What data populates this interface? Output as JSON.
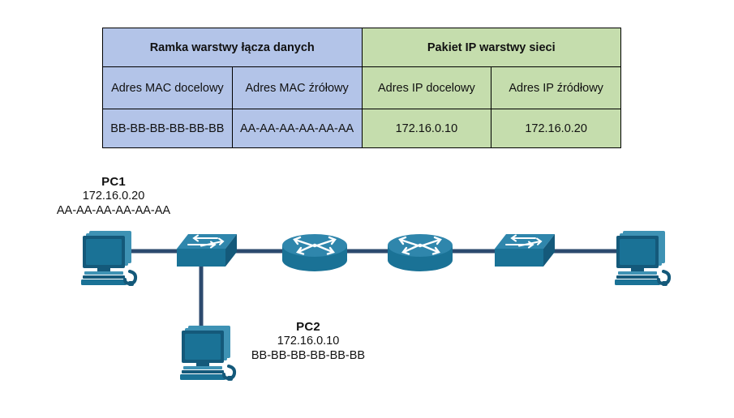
{
  "table": {
    "groups": [
      {
        "label": "Ramka warstwy łącza danych",
        "span": 2,
        "color": "#b3c4e8"
      },
      {
        "label": "Pakiet IP warstwy sieci",
        "span": 2,
        "color": "#c5ddad"
      }
    ],
    "columns": [
      {
        "label": "Adres MAC docelowy",
        "color": "#b3c4e8"
      },
      {
        "label": "Adres MAC źrółowy",
        "color": "#b3c4e8"
      },
      {
        "label": "Adres IP docelowy",
        "color": "#c5ddad"
      },
      {
        "label": "Adres IP źródłowy",
        "color": "#c5ddad"
      }
    ],
    "rows": [
      {
        "mac_destination": "BB-BB-BB-BB-BB-BB",
        "mac_source": "AA-AA-AA-AA-AA-AA",
        "ip_destination": "172.16.0.10",
        "ip_source": "172.16.0.20"
      }
    ]
  },
  "diagram": {
    "colors": {
      "device": "#1a7296",
      "device_dark": "#14597a",
      "device_light": "#3e92b4",
      "link": "#2c4a6e"
    },
    "nodes": [
      {
        "id": "pc1",
        "type": "pc",
        "name": "PC1",
        "ip": "172.16.0.20",
        "mac": "AA-AA-AA-AA-AA-AA"
      },
      {
        "id": "switch-left",
        "type": "switch",
        "name": ""
      },
      {
        "id": "router-left",
        "type": "router",
        "name": ""
      },
      {
        "id": "router-right",
        "type": "router",
        "name": ""
      },
      {
        "id": "switch-right",
        "type": "switch",
        "name": ""
      },
      {
        "id": "pc-right",
        "type": "pc",
        "name": ""
      },
      {
        "id": "pc2",
        "type": "pc",
        "name": "PC2",
        "ip": "172.16.0.10",
        "mac": "BB-BB-BB-BB-BB-BB"
      }
    ],
    "links": [
      {
        "from": "pc1",
        "to": "switch-left"
      },
      {
        "from": "switch-left",
        "to": "router-left"
      },
      {
        "from": "router-left",
        "to": "router-right"
      },
      {
        "from": "router-right",
        "to": "switch-right"
      },
      {
        "from": "switch-right",
        "to": "pc-right"
      },
      {
        "from": "switch-left",
        "to": "pc2"
      }
    ]
  }
}
